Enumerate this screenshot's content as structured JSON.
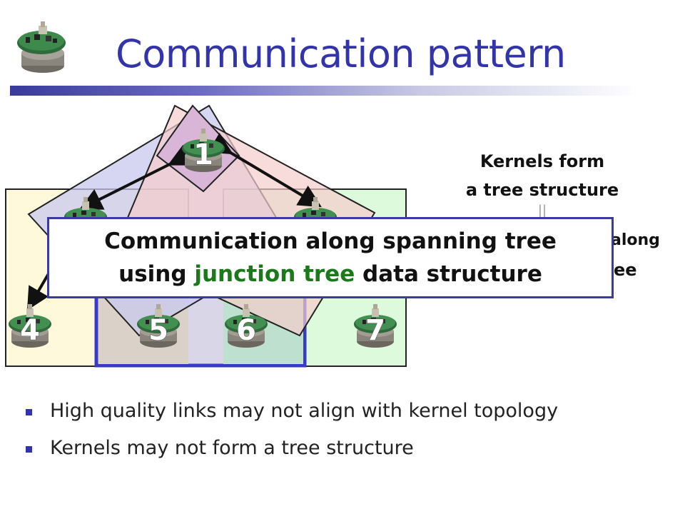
{
  "title": "Communication pattern",
  "nodes": [
    {
      "id": "1",
      "label": "1"
    },
    {
      "id": "4",
      "label": "4"
    },
    {
      "id": "5",
      "label": "5"
    },
    {
      "id": "6",
      "label": "6"
    },
    {
      "id": "7",
      "label": "7"
    }
  ],
  "side_note": {
    "line1": "Kernels form",
    "line2": "a tree structure",
    "separator": "||",
    "partial1": "along",
    "partial2": "ee"
  },
  "callout": {
    "line1": "Communication along spanning tree",
    "line2_prefix": "using ",
    "line2_highlight": "junction tree",
    "line2_suffix": " data structure"
  },
  "bullets": [
    "High quality links may not align with kernel topology",
    "Kernels may not form a tree structure"
  ],
  "colors": {
    "title": "#3333aa",
    "highlight": "#1a7a1a",
    "callout_border": "#3a3aa0"
  }
}
